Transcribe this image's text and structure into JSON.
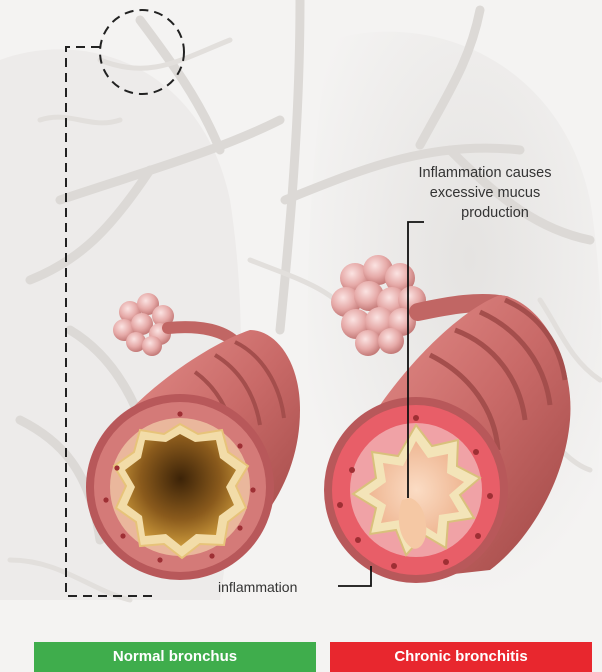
{
  "callouts": {
    "mucus_line1": "Inflammation causes",
    "mucus_line2": "excessive mucus",
    "mucus_line3": "production",
    "inflammation": "inflammation"
  },
  "labels": {
    "normal": "Normal bronchus",
    "chronic": "Chronic bronchitis"
  },
  "colors": {
    "normal_label": "#3fad4c",
    "chronic_label": "#e8272e",
    "tissue": "#c96a68",
    "lumen_normal": "#b8862c",
    "mucus": "#f3c9a8",
    "background": "#f4f3f2"
  }
}
